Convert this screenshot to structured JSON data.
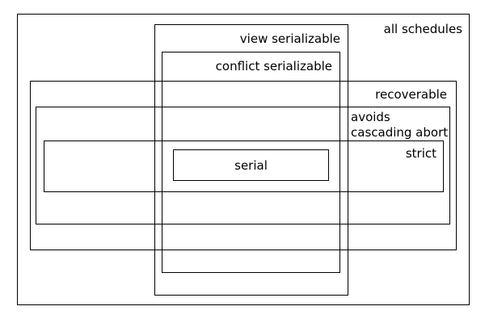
{
  "diagram": {
    "line_color": "#000000",
    "background_color": "#ffffff",
    "sets": {
      "all_schedules": "all schedules",
      "view_serializable": "view serializable",
      "conflict_serializable": "conflict serializable",
      "recoverable": "recoverable",
      "avoids_cascading_abort_line1": "avoids",
      "avoids_cascading_abort_line2": "cascading abort",
      "strict": "strict",
      "serial": "serial"
    }
  }
}
